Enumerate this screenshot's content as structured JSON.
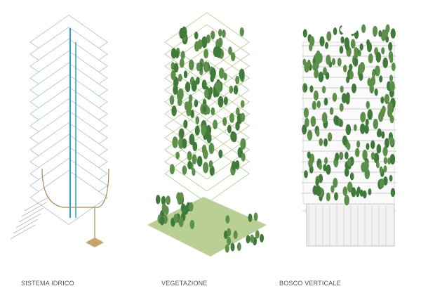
{
  "panels": [
    {
      "caption": "SISTEMA IDRICO"
    },
    {
      "caption": "VEGETAZIONE"
    },
    {
      "caption": "BOSCO VERTICALE"
    }
  ],
  "colors": {
    "water": "#2a9fd6",
    "tree": "#3f7a3a",
    "ground": "#b9cf94",
    "pipe": "#a88a55"
  }
}
